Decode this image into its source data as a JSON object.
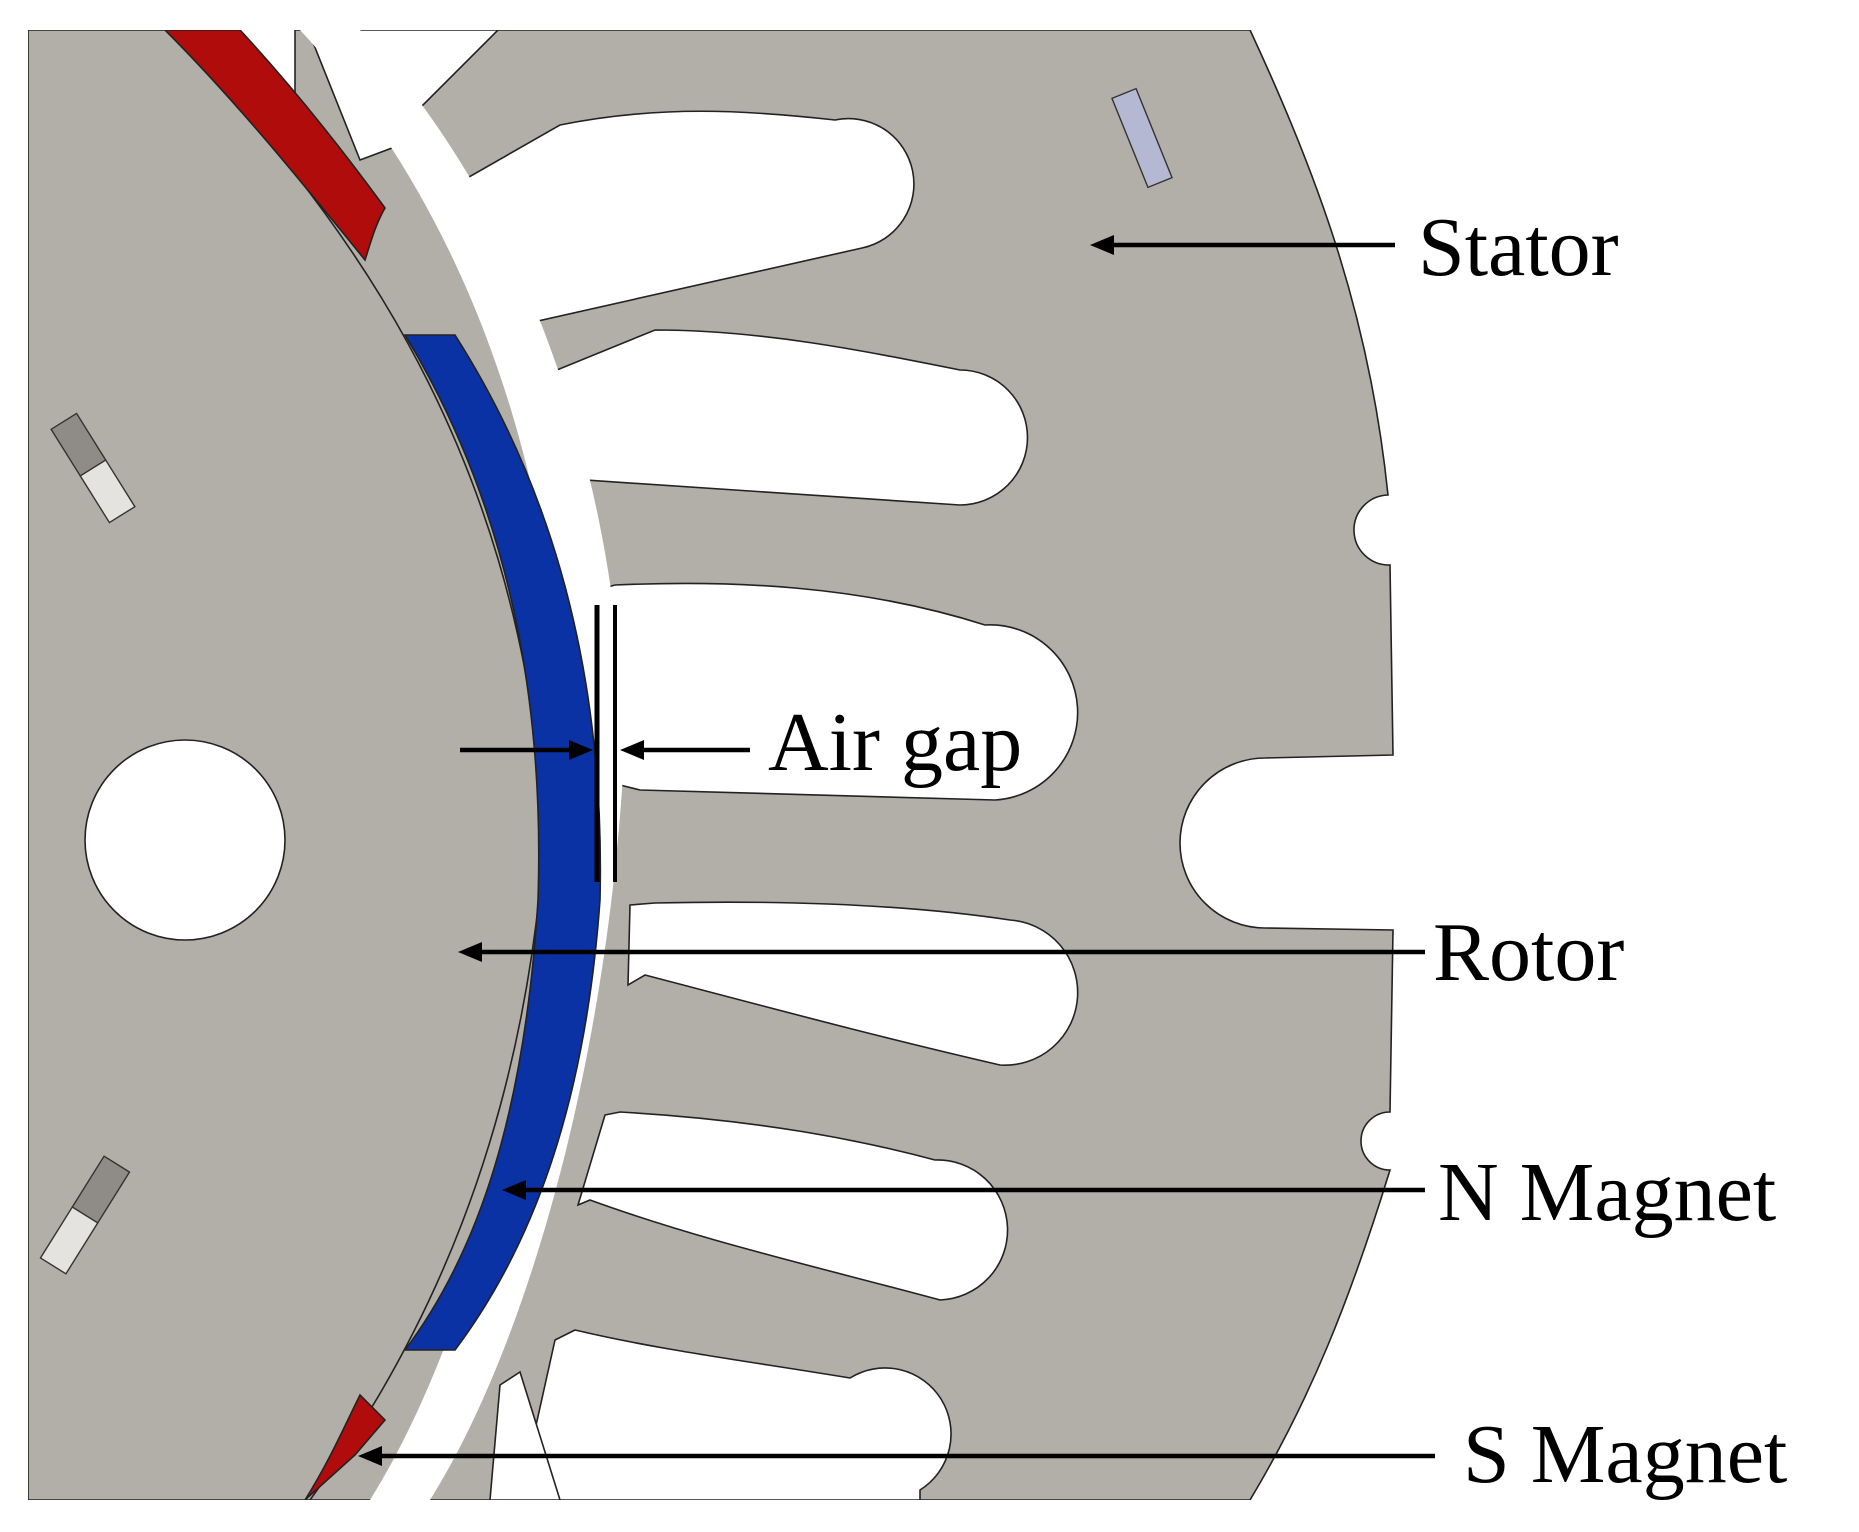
{
  "colors": {
    "steel": "#b2afa9",
    "n_magnet": "#0a32a5",
    "s_magnet": "#b00c0c",
    "sensor_light": "#b4b8d2",
    "sensor_dark": "#8f8c88",
    "sensor_pale": "#e4e3e0",
    "background": "#ffffff"
  },
  "labels": {
    "stator": "Stator",
    "air_gap": "Air gap",
    "rotor": "Rotor",
    "n_magnet": "N Magnet",
    "s_magnet": "S Magnet"
  }
}
